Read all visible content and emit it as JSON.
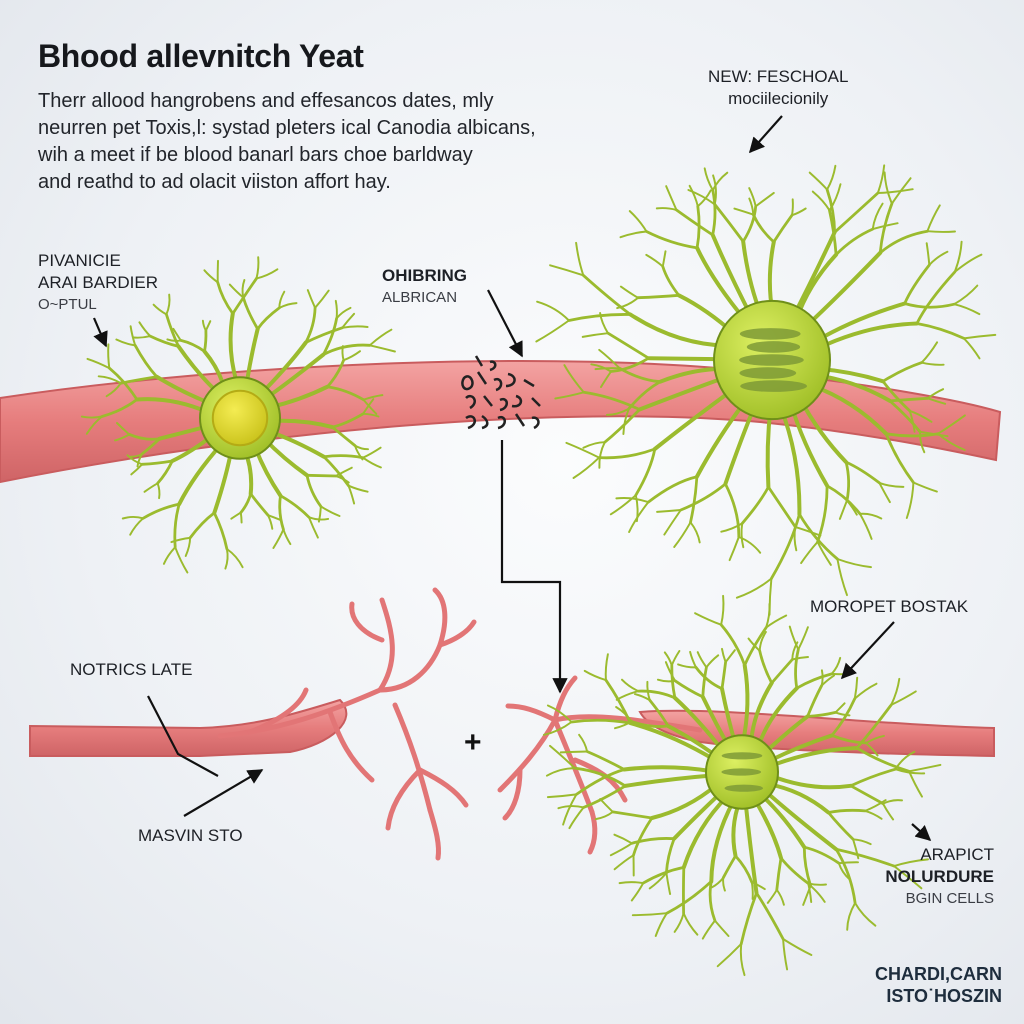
{
  "title": "Bhood allevnitch Yeat",
  "intro": [
    "Therr allood hangrobens and effesancos dates, mly",
    "neurren pet Toxis,l: systad pleters ical Canodia albicans,",
    "wih a meet if be blood banarl bars choe barldway",
    "and reathd to ad olacit viiston affort hay."
  ],
  "labels": {
    "pivanicie": {
      "line1": "PIVANICIE",
      "line2": "ARAI BARDIER",
      "line3": "O~PTUL"
    },
    "ohibring": {
      "line1": "OHIBRING",
      "line2": "ALBRICAN"
    },
    "newfeschoal": {
      "line1": "NEW: FESCHOAL",
      "line2": "mociilecionily"
    },
    "notrics": "NOTRICS LATE",
    "masvin": "MASVIN STO",
    "moropet": "MOROPET BOSTAK",
    "arapict": {
      "line1": "ARAPICT",
      "line2": "NOLURDURE",
      "line3": "BGIN CELLS"
    },
    "chardl": {
      "line1": "CHARDI,CARN",
      "line2": "ISTO˙HOSZIN"
    }
  },
  "plus": "+",
  "colors": {
    "vessel": "#e67d7d",
    "vessel_edge": "#c95c5e",
    "hyphae": "#9bbb2e",
    "hyphae_dark": "#6f8f19",
    "cell_body": "#c3dc3c",
    "nucleus": "#e2d21e",
    "organelle": "#7e9a36",
    "arrow": "#111111"
  }
}
